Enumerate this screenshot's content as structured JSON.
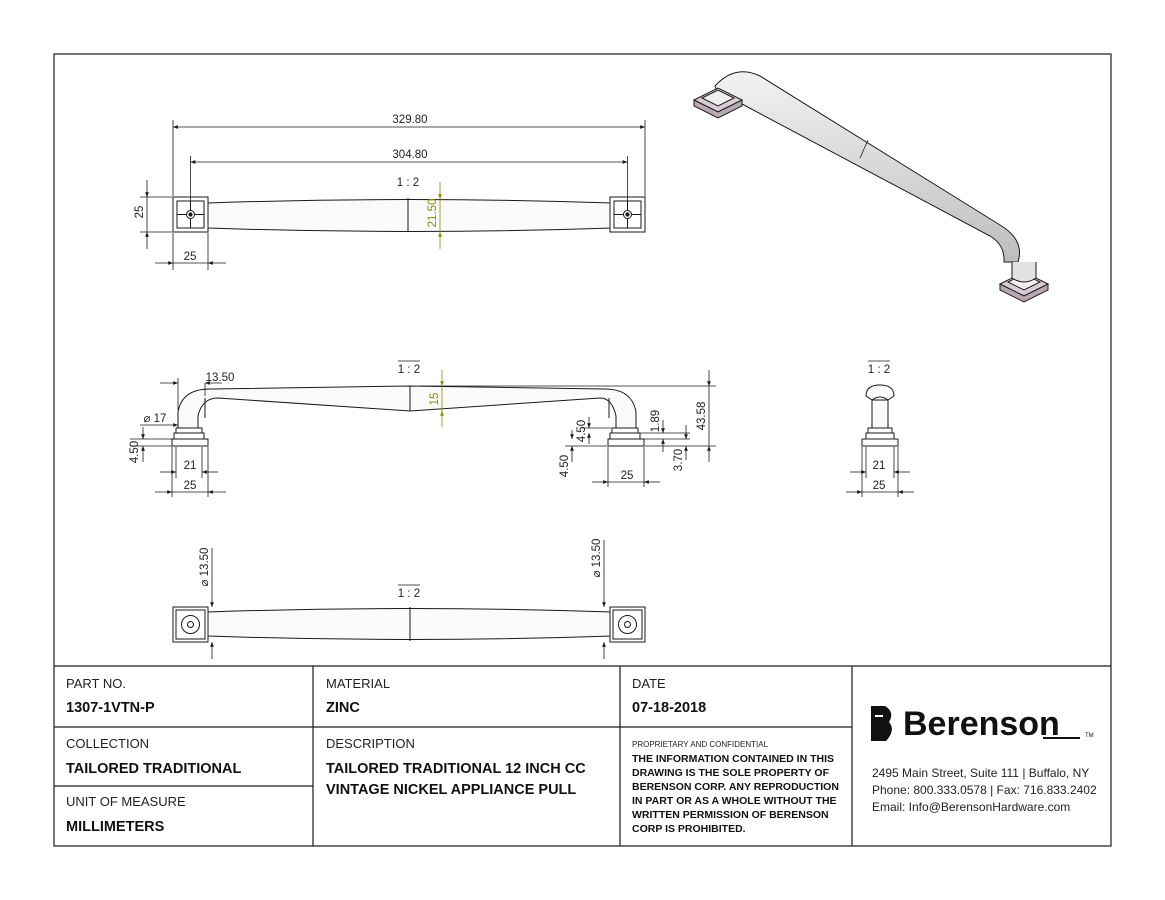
{
  "dimensions": {
    "overall_length": "329.80",
    "center_to_center": "304.80",
    "scale": "1 : 2",
    "grip_width": "21.50",
    "base_height": "25",
    "base_width": "25",
    "post_offset": "13.50",
    "post_dia": "⌀ 17",
    "grip_height": "15",
    "base_tier": "4.50",
    "step_a": "1.89",
    "total_height": "43.58",
    "step_b": "3.70",
    "inner_base": "21",
    "bottom_dia": "⌀ 13.50"
  },
  "title_block": {
    "part_no_label": "PART NO.",
    "part_no": "1307-1VTN-P",
    "material_label": "MATERIAL",
    "material": "ZINC",
    "date_label": "DATE",
    "date": "07-18-2018",
    "collection_label": "COLLECTION",
    "collection": "TAILORED TRADITIONAL",
    "description_label": "DESCRIPTION",
    "description_line1": "TAILORED TRADITIONAL 12 INCH CC",
    "description_line2": "VINTAGE NICKEL APPLIANCE PULL",
    "unit_label": "UNIT OF MEASURE",
    "unit": "MILLIMETERS",
    "proprietary_title": "PROPRIETARY AND CONFIDENTIAL",
    "proprietary_lines": [
      "THE INFORMATION CONTAINED IN THIS",
      "DRAWING IS THE SOLE PROPERTY OF",
      "BERENSON CORP. ANY REPRODUCTION",
      "IN PART OR AS A WHOLE WITHOUT THE",
      "WRITTEN PERMISSION OF BERENSON",
      "CORP IS PROHIBITED."
    ]
  },
  "company": {
    "name": "Berenson",
    "trademark": "TM",
    "address": "2495 Main Street, Suite 111 | Buffalo, NY",
    "phone": "Phone: 800.333.0578 | Fax: 716.833.2402",
    "email": "Email: Info@BerensonHardware.com"
  },
  "colors": {
    "line": "#1a1a1a",
    "dimension_accent": "#8a8a00",
    "handle_fill": "#f7f7f7",
    "render_fill": "#e6e6e6",
    "base_render": "#c7b8c2"
  }
}
